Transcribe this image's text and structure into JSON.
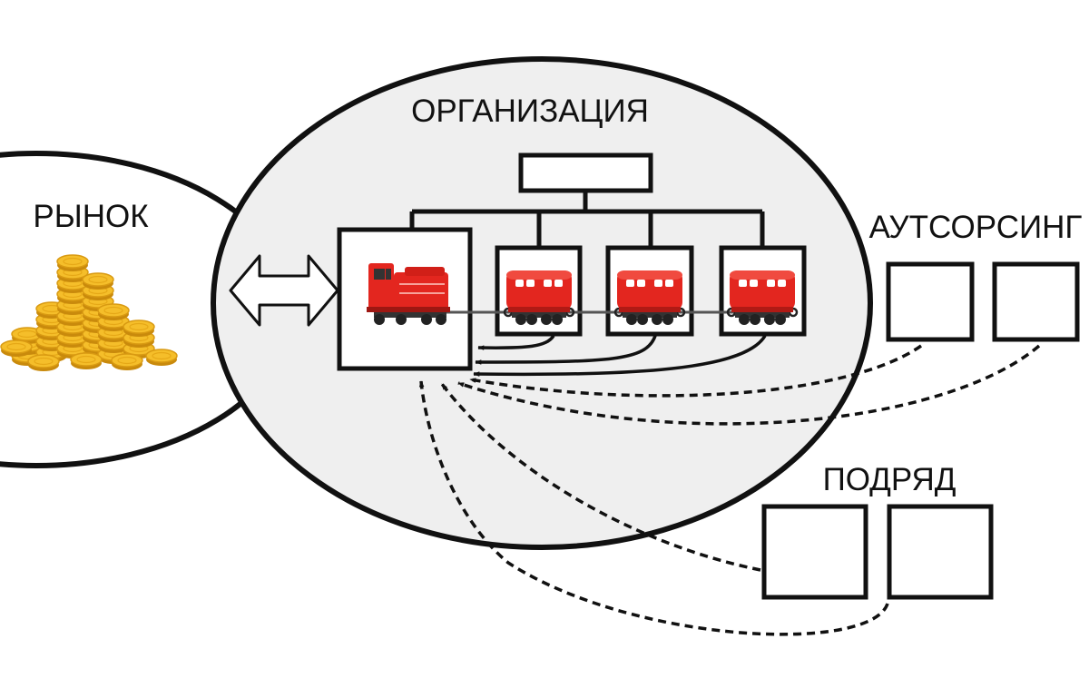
{
  "labels": {
    "market": "РЫНОК",
    "organization": "ОРГАНИЗАЦИЯ",
    "outsourcing": "АУТСОРСИНГ",
    "contract": "ПОДРЯД"
  },
  "colors": {
    "outline": "#111111",
    "organization_fill": "#efefef",
    "train_red": "#e3261f",
    "coin_gold": "#f2b21c"
  },
  "icons": {
    "market": "coin-stack-icon",
    "exchange": "double-arrow-icon",
    "locomotive": "locomotive-icon",
    "wagon": "wagon-icon"
  }
}
